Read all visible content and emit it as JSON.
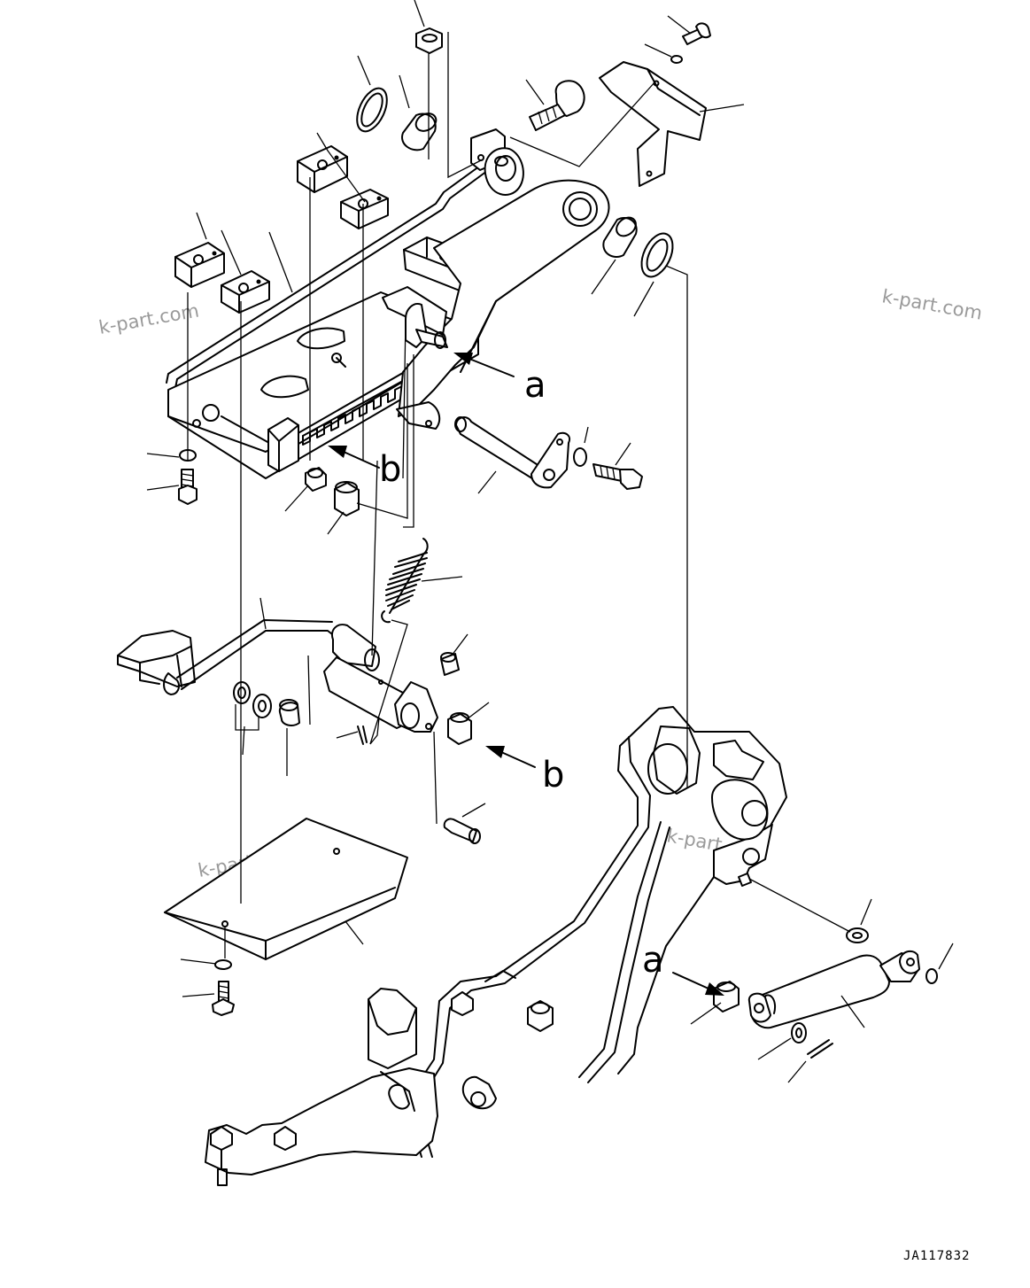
{
  "watermark": "k-part.com",
  "callouts": {
    "a": "a",
    "b": "b"
  },
  "drawing_code": "JA117832"
}
